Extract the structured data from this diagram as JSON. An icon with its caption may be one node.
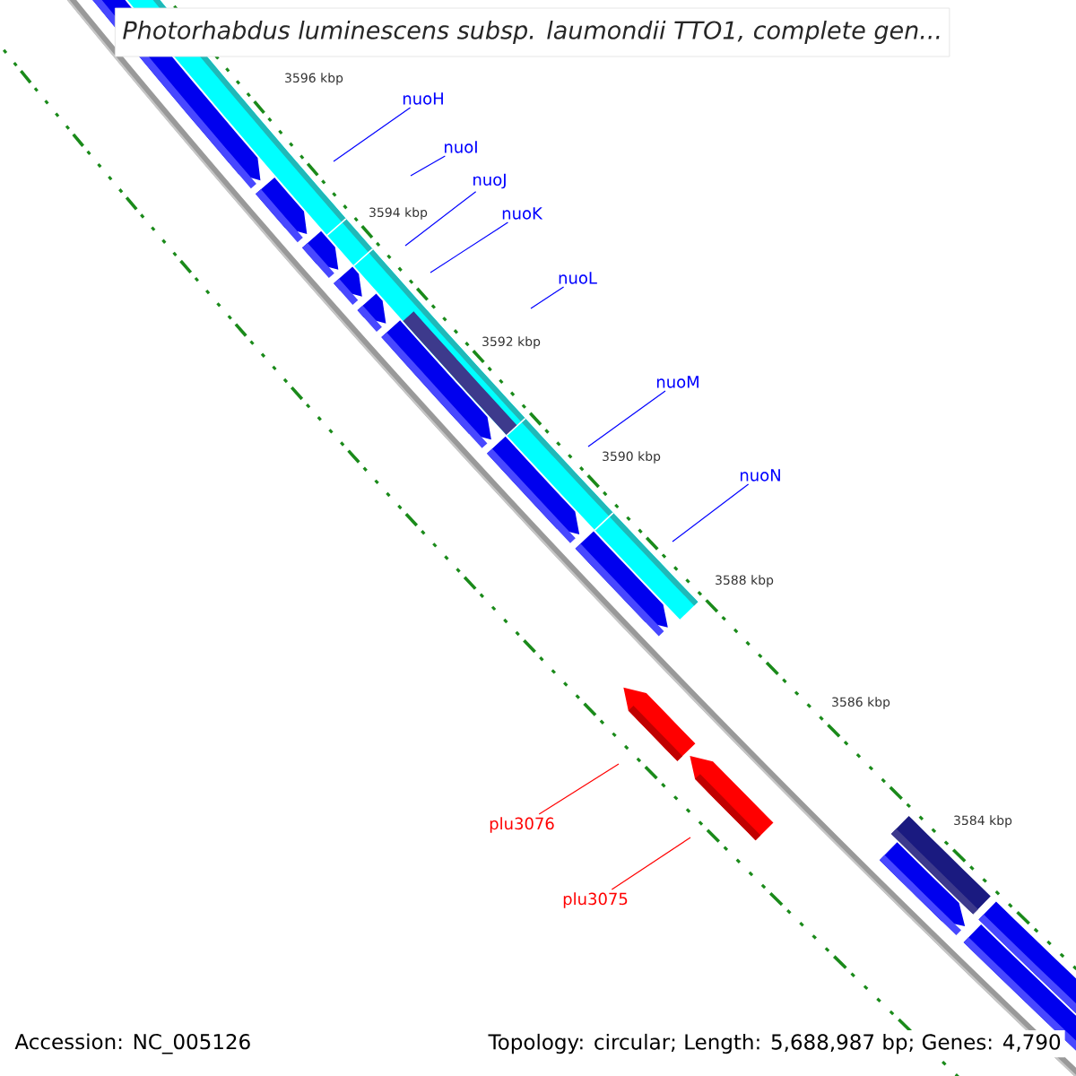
{
  "diagram": {
    "title": "*Photorhabdus luminescens subsp. laumondii TTO1, complete gen...*",
    "nodes": [
      {
        "text": [
          "nuoH"
        ]
      },
      {
        "text": [
          "nuoI"
        ]
      },
      {
        "text": [
          "nuoJ"
        ]
      },
      {
        "text": [
          "nuoK"
        ]
      },
      {
        "text": [
          "nuoL"
        ]
      },
      {
        "text": [
          "nuoM"
        ]
      },
      {
        "text": [
          "nuoN"
        ]
      },
      {
        "text": [
          "plu3076"
        ]
      },
      {
        "text": [
          "plu3075"
        ]
      }
    ],
    "edges": [
      {
        "from": 0,
        "to": null,
        "arrow": "none"
      },
      {
        "from": 1,
        "to": null,
        "arrow": "none"
      },
      {
        "from": 2,
        "to": null,
        "arrow": "none"
      },
      {
        "from": 3,
        "to": null,
        "arrow": "none"
      },
      {
        "from": 4,
        "to": null,
        "arrow": "none"
      },
      {
        "from": 5,
        "to": null,
        "arrow": "none"
      },
      {
        "from": 6,
        "to": null,
        "arrow": "none"
      },
      {
        "from": 7,
        "to": null,
        "arrow": "none",
        "color": "#ff0000"
      },
      {
        "from": 8,
        "to": null,
        "arrow": "none",
        "color": "#ff0000"
      }
    ],
    "labels": [
      "3596 kbp",
      "3594 kbp",
      "3592 kbp",
      "3590 kbp",
      "3588 kbp",
      "3586 kbp",
      "3584 kbp",
      "Accession: NC_005126",
      "Topology: circular; Length: 5,688,987 bp; Genes: 4,790"
    ]
  }
}
